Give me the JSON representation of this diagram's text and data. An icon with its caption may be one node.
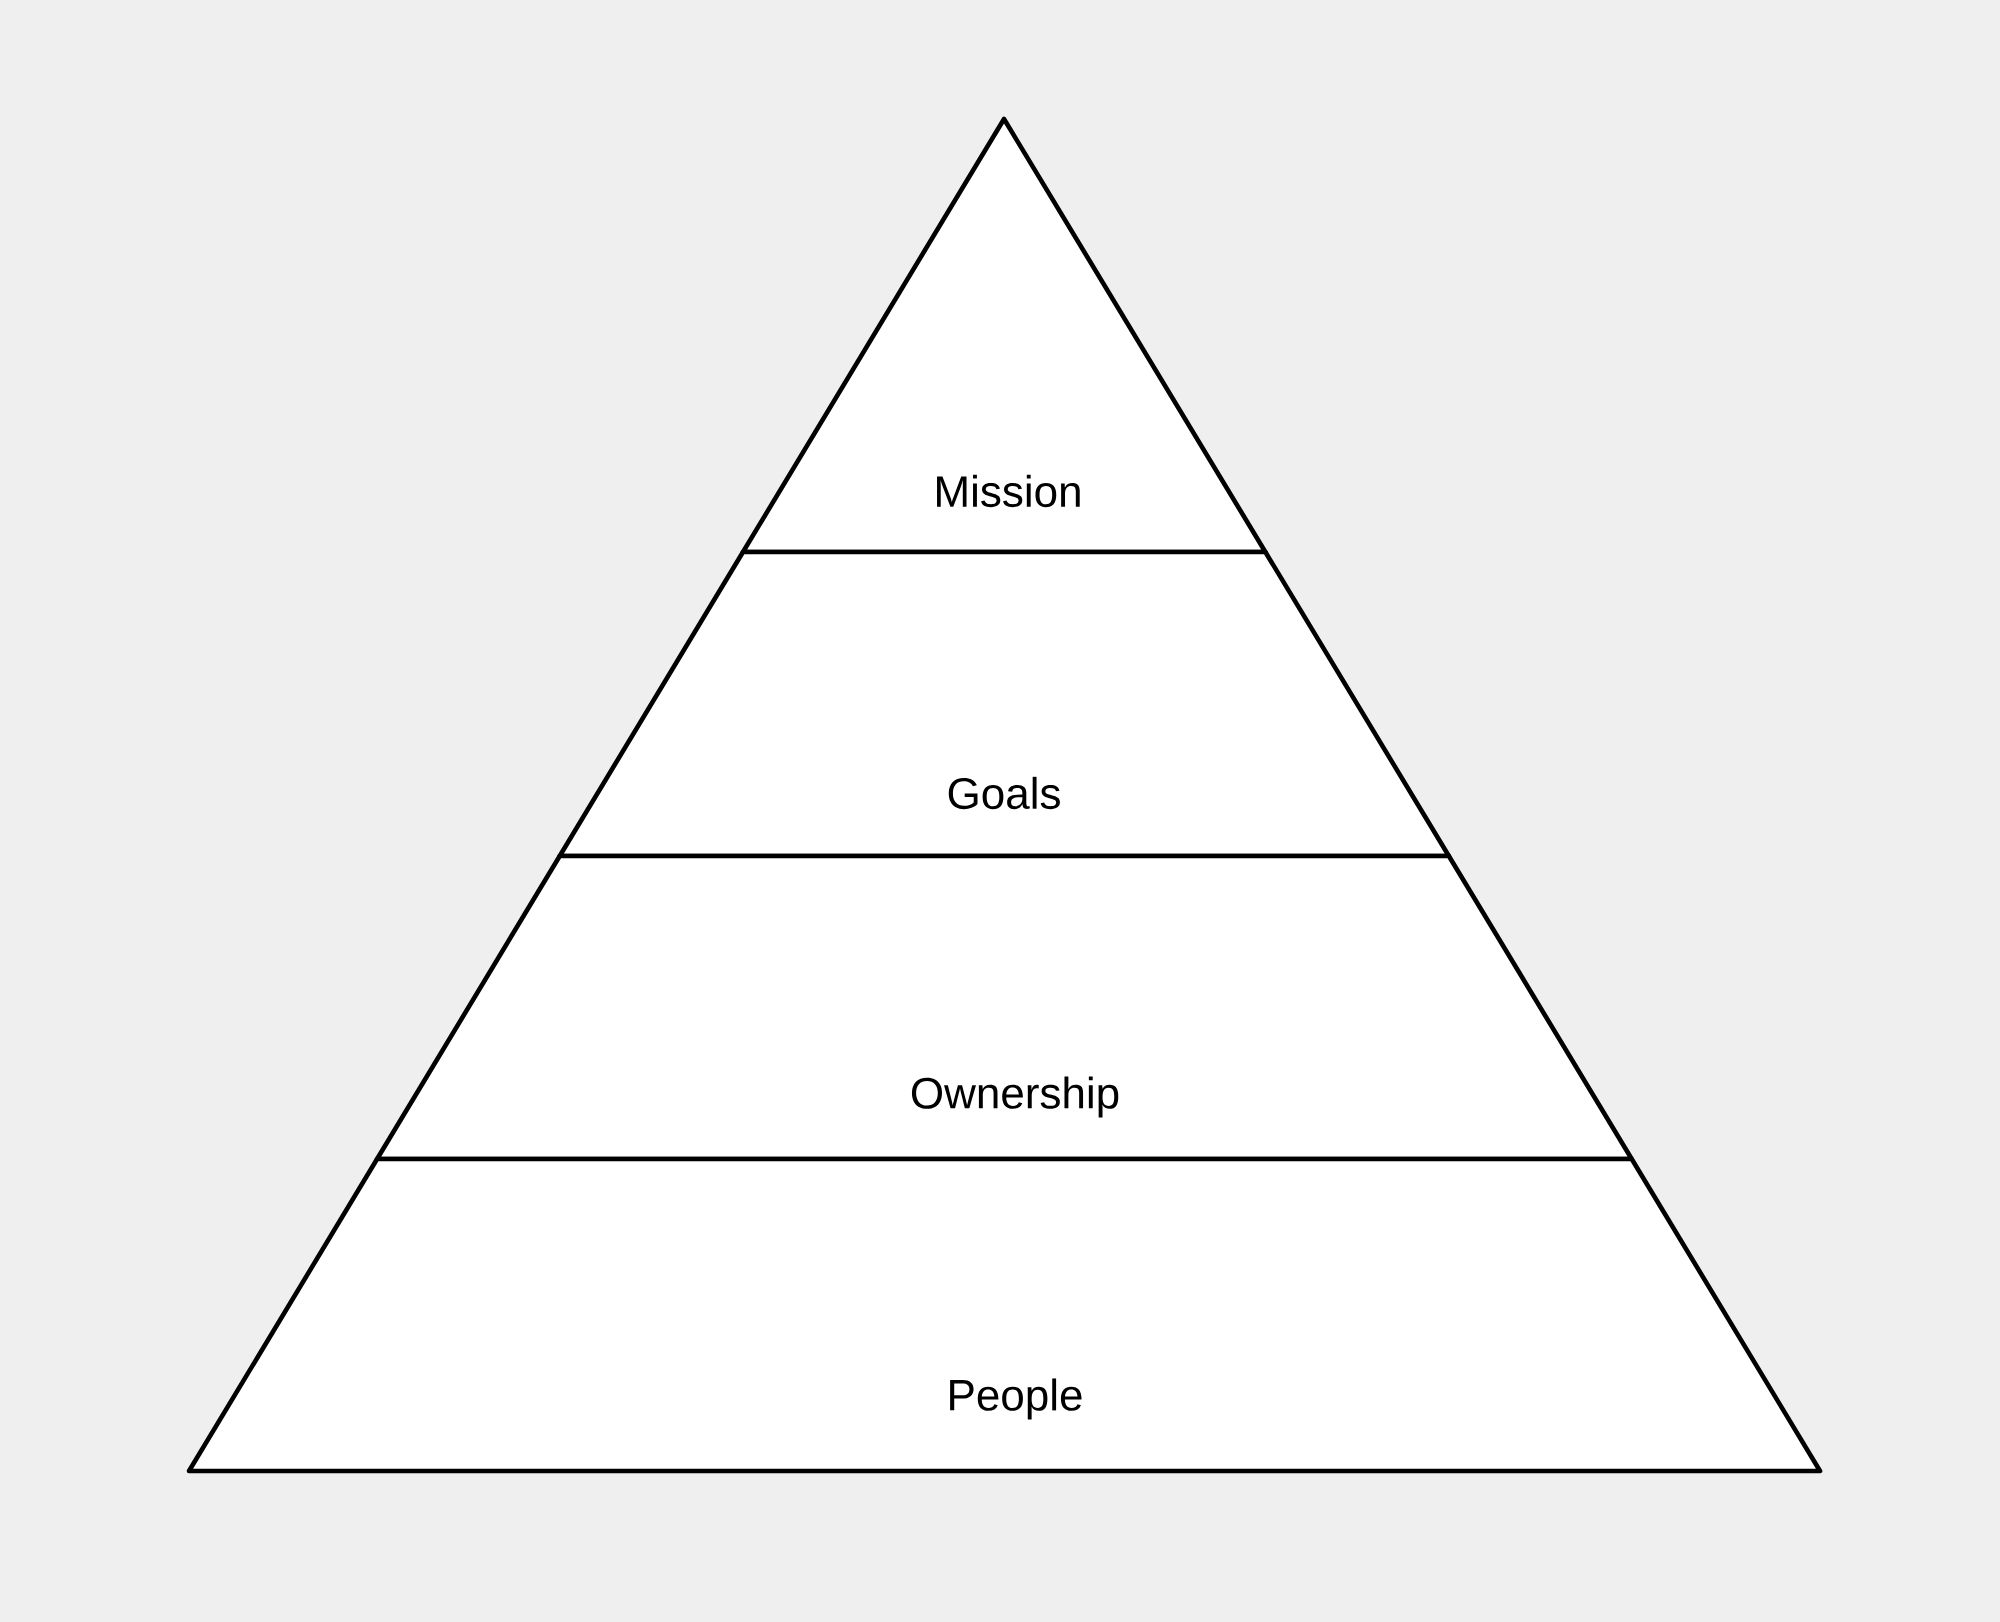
{
  "diagram": {
    "nodes": [
      {
        "text": [
          "Mission"
        ]
      },
      {
        "text": [
          "Goals"
        ]
      },
      {
        "text": [
          "Ownership"
        ]
      },
      {
        "text": [
          "People"
        ]
      }
    ]
  }
}
